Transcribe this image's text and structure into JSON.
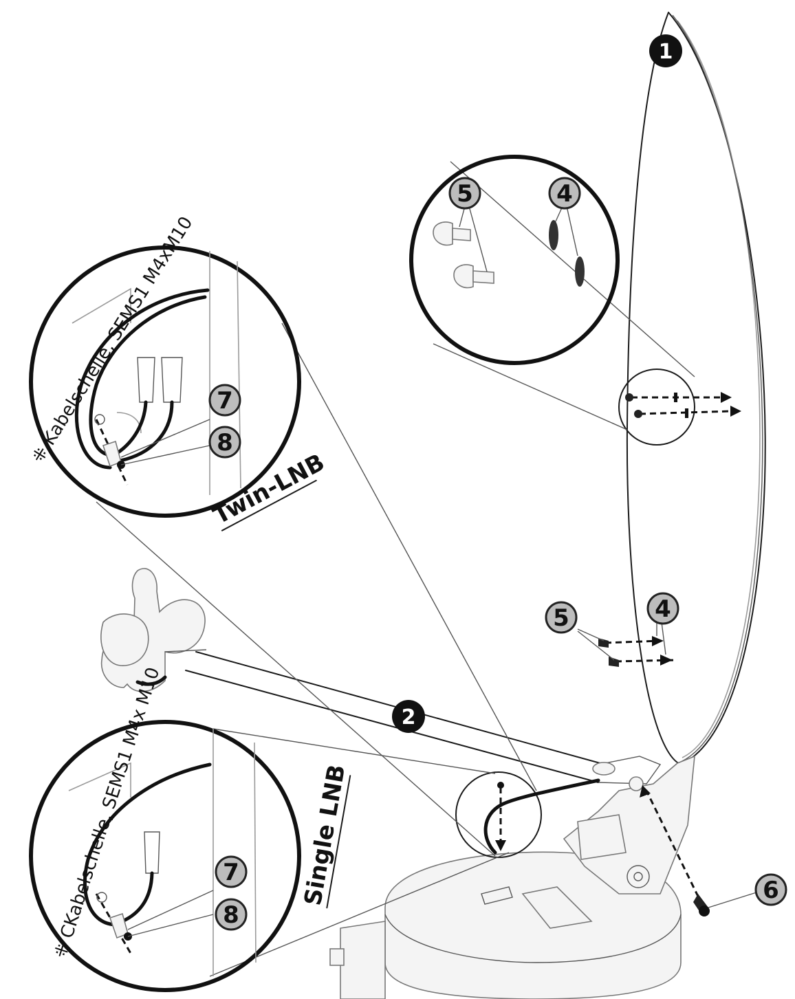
{
  "callouts": {
    "c1": "1",
    "c2": "2",
    "c4a": "4",
    "c5a": "5",
    "c4b": "4",
    "c5b": "5",
    "c6": "6",
    "c7a": "7",
    "c8a": "8",
    "c7b": "7",
    "c8b": "8"
  },
  "labels": {
    "twin_lnb": "Twin-LNB",
    "single_lnb": "Single LNB",
    "twin_caption": "⁜ Kabelschelle, SEMS1 M4xM10",
    "single_caption": "⁜ CKabelschelle, SEMS1 M4x M10"
  }
}
